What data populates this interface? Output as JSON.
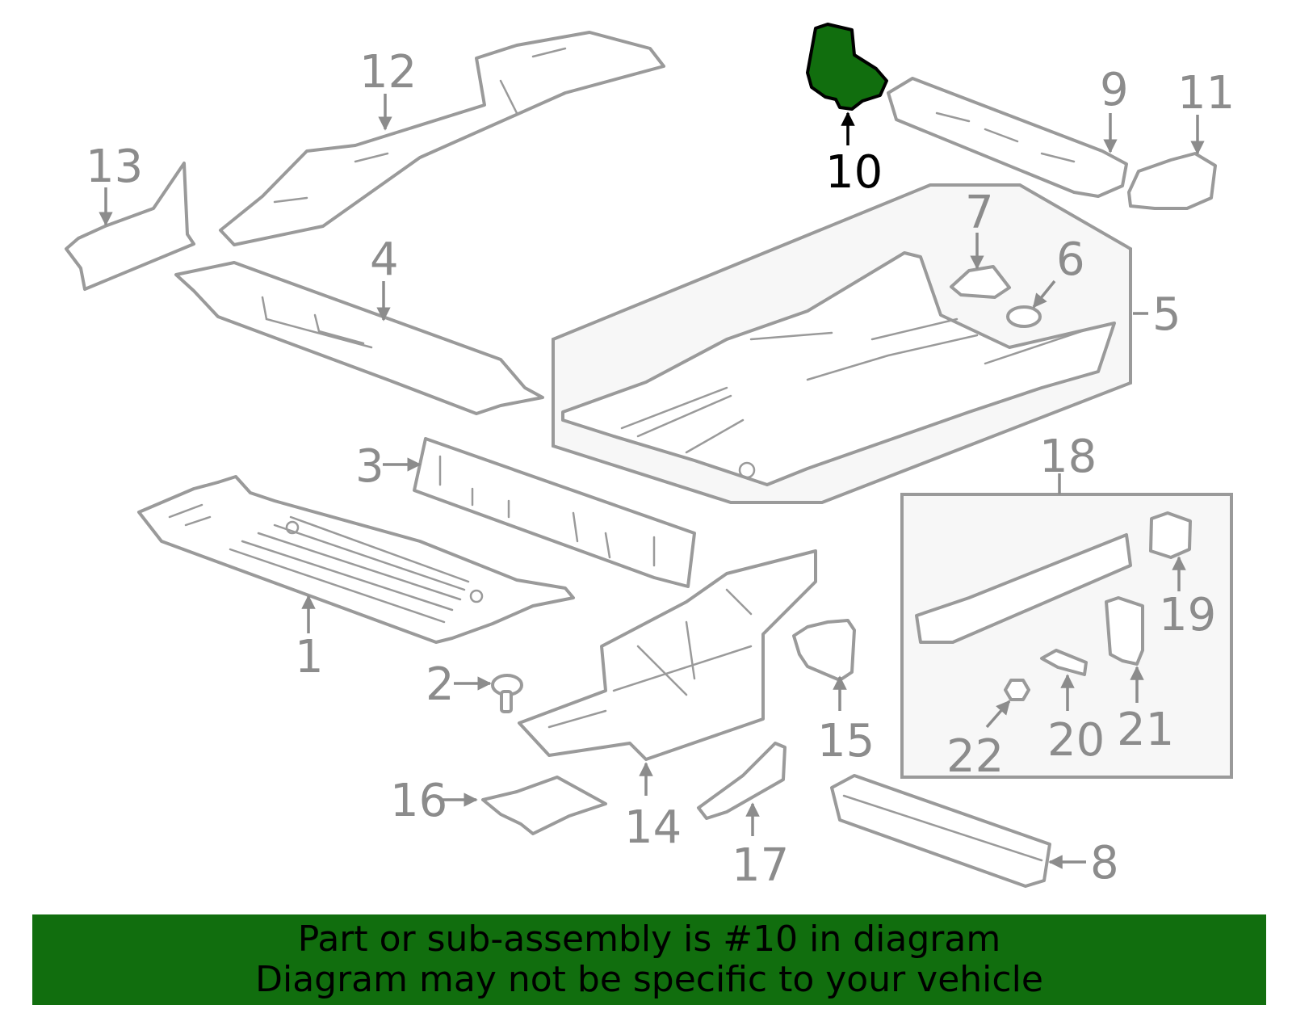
{
  "callouts": {
    "c1": "1",
    "c2": "2",
    "c3": "3",
    "c4": "4",
    "c5": "5",
    "c6": "6",
    "c7": "7",
    "c8": "8",
    "c9": "9",
    "c10": "10",
    "c11": "11",
    "c12": "12",
    "c13": "13",
    "c14": "14",
    "c15": "15",
    "c16": "16",
    "c17": "17",
    "c18": "18",
    "c19": "19",
    "c20": "20",
    "c21": "21",
    "c22": "22"
  },
  "highlight": {
    "part_number": "10",
    "color": "#116e0e"
  },
  "colors": {
    "line_gray": "#9a9a9a",
    "label_gray": "#8c8c8c",
    "banner_green": "#116e0e"
  },
  "banner": {
    "line1": "Part or sub-assembly is #10 in diagram",
    "line2": "Diagram may not be specific to your vehicle"
  }
}
